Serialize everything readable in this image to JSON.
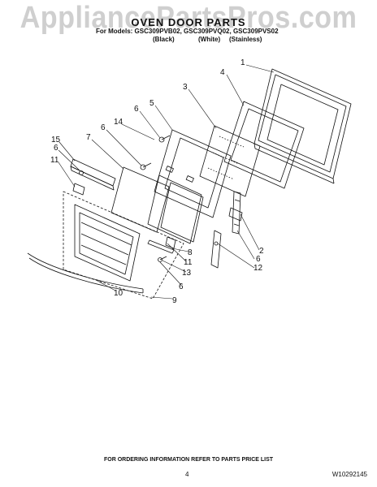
{
  "watermark": "AppliancePartsPros.com",
  "header": {
    "title": "OVEN DOOR PARTS",
    "models": "For Models: GSC309PVB02, GSC309PVQ02, GSC309PVS02",
    "variants": [
      "(Black)",
      "(White)",
      "(Stainless)"
    ]
  },
  "callouts": [
    "1",
    "4",
    "3",
    "5",
    "6",
    "14",
    "6",
    "7",
    "15",
    "6",
    "11",
    "2",
    "6",
    "12",
    "8",
    "11",
    "13",
    "6",
    "10",
    "9"
  ],
  "footer": {
    "ordering_note": "FOR ORDERING INFORMATION REFER TO PARTS PRICE LIST",
    "page_number": "4",
    "doc_number": "W10292145"
  },
  "colors": {
    "line": "#111111",
    "watermark": "#cfcfcf"
  }
}
